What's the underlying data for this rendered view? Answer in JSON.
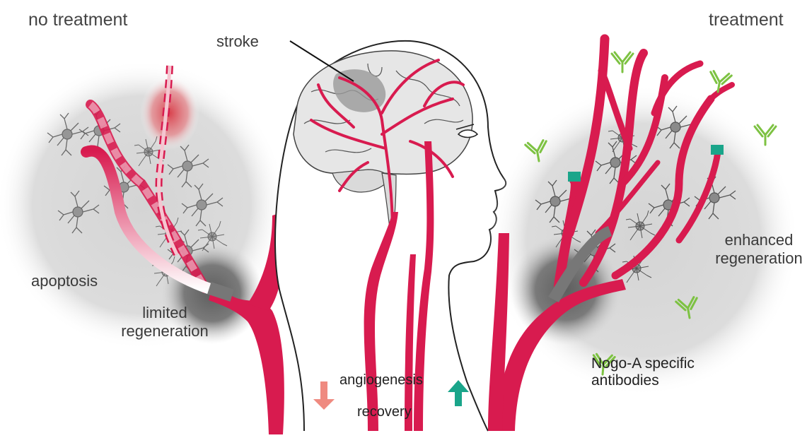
{
  "labels": {
    "no_treatment": "no treatment",
    "treatment": "treatment",
    "stroke": "stroke",
    "apoptosis": "apoptosis",
    "limited_line1": "limited",
    "limited_line2": "regeneration",
    "enhanced_line1": "enhanced",
    "enhanced_line2": "regeneration",
    "antibodies_line1": "Nogo-A specific",
    "antibodies_line2": "antibodies",
    "angiogenesis": "angiogenesis",
    "recovery": "recovery"
  },
  "colors": {
    "vessel": "#d81b4f",
    "vessel_faded": "#f2b4c4",
    "halo": "#d9d9d9",
    "lesion": "#6b6b6b",
    "brain_fill": "#e6e6e6",
    "stroke_area": "#9a9a9a",
    "antibody": "#7dc242",
    "cap": "#1aa58a",
    "arrow_down": "#ef8a80",
    "arrow_up": "#1aa58a",
    "neuron": "#555555"
  },
  "icons": {
    "arrow_down": "down-arrow-icon",
    "arrow_up": "up-arrow-icon",
    "antibody": "antibody-y-icon"
  }
}
